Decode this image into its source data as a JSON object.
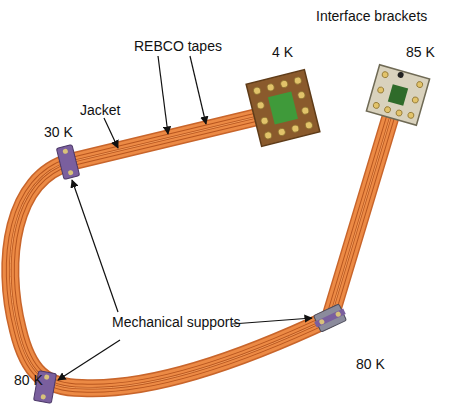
{
  "diagram": {
    "labels": [
      "Interface brackets",
      "REBCO tapes",
      "4 K",
      "85 K",
      "Jacket",
      "30 K",
      "Mechanical supports",
      "80 K",
      "80 K"
    ]
  }
}
